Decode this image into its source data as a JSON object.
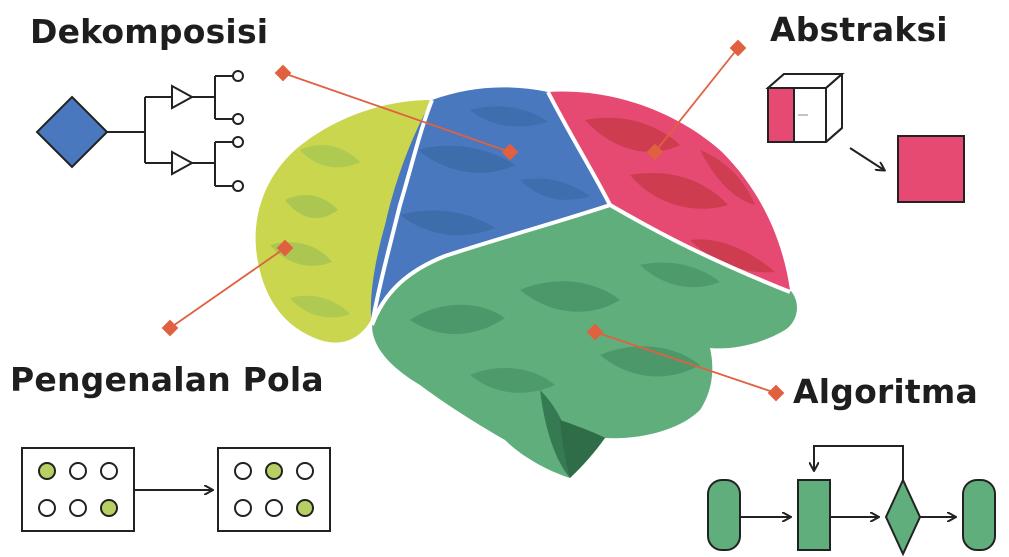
{
  "labels": {
    "decomposition": "Dekomposisi",
    "abstraction": "Abstraksi",
    "pattern_recognition": "Pengenalan Pola",
    "algorithm": "Algoritma"
  },
  "colors": {
    "decomposition": "#4a78be",
    "abstraction": "#e64a72",
    "pattern_recognition": "#c9d64e",
    "algorithm": "#5fae7c",
    "pointer": "#e06040",
    "pattern_dot": "#b8cf63"
  },
  "icons": {
    "decomposition": "diamond-tree-icon",
    "abstraction": "cube-to-square-icon",
    "pattern_recognition": "dot-grid-pattern-icon",
    "algorithm": "flowchart-loop-icon"
  }
}
